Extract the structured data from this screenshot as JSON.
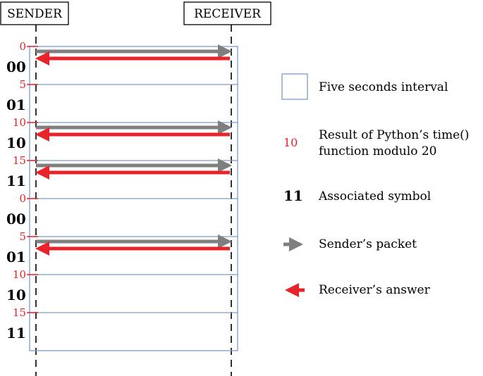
{
  "actors": {
    "sender": "SENDER",
    "receiver": "RECEIVER"
  },
  "colors": {
    "interval": "#7b9ccb",
    "tick": "#e8232a",
    "sender_packet": "#7f7f7f",
    "receiver_answer": "#e8232a"
  },
  "intervals": [
    {
      "tick": "0",
      "symbol": "00",
      "sender_packet": true,
      "receiver_answer": true
    },
    {
      "tick": "5",
      "symbol": "01",
      "sender_packet": false,
      "receiver_answer": false
    },
    {
      "tick": "10",
      "symbol": "10",
      "sender_packet": true,
      "receiver_answer": true
    },
    {
      "tick": "15",
      "symbol": "11",
      "sender_packet": true,
      "receiver_answer": true
    },
    {
      "tick": "0",
      "symbol": "00",
      "sender_packet": false,
      "receiver_answer": false
    },
    {
      "tick": "5",
      "symbol": "01",
      "sender_packet": true,
      "receiver_answer": true
    },
    {
      "tick": "10",
      "symbol": "10",
      "sender_packet": false,
      "receiver_answer": false
    },
    {
      "tick": "15",
      "symbol": "11",
      "sender_packet": false,
      "receiver_answer": false
    }
  ],
  "legend": {
    "interval": "Five seconds interval",
    "time_example": "10",
    "time_line1": "Result of Python’s time()",
    "time_line2": "function modulo 20",
    "symbol_example": "11",
    "symbol": "Associated symbol",
    "sender_packet": "Sender’s packet",
    "receiver_answer": "Receiver’s answer"
  }
}
